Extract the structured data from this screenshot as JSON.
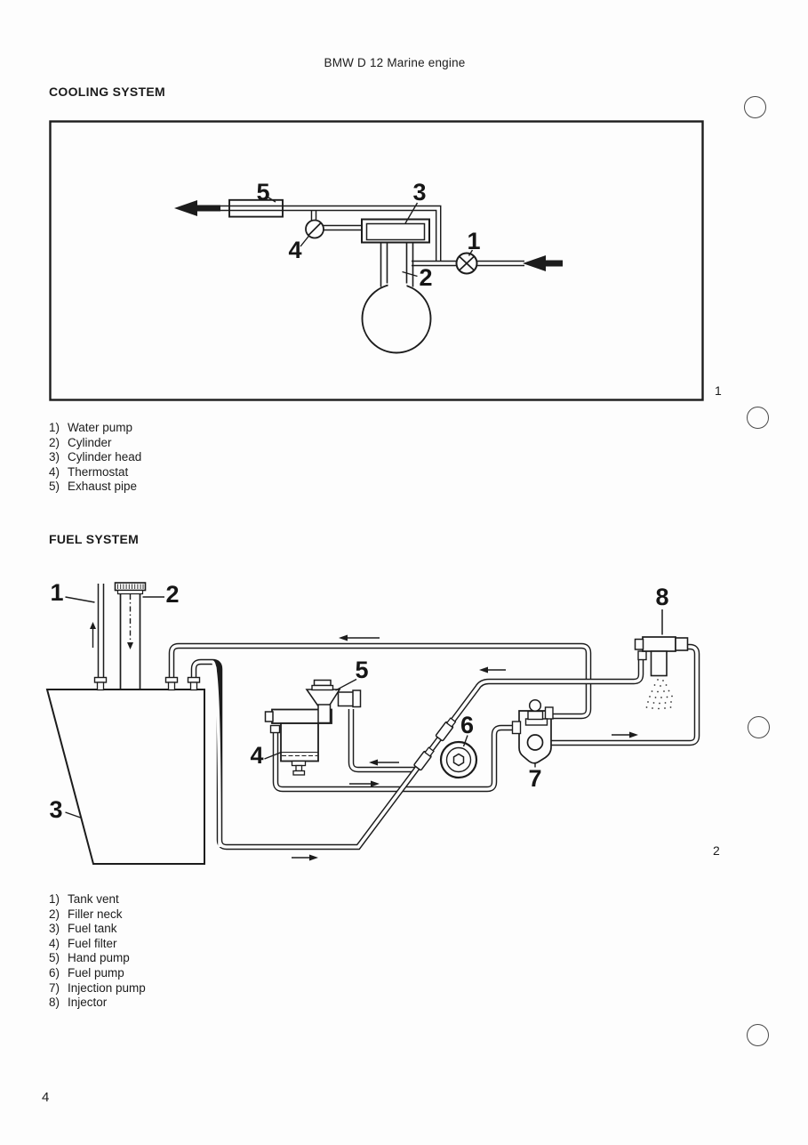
{
  "colors": {
    "paper": "#fdfdfd",
    "ink": "#1c1c1c"
  },
  "header": {
    "title": "BMW D 12 Marine engine"
  },
  "page_number": "4",
  "cooling": {
    "heading": "COOLING SYSTEM",
    "figure_number": "1",
    "callouts": [
      "1",
      "2",
      "3",
      "4",
      "5"
    ],
    "legend": [
      {
        "num": "1)",
        "label": "Water pump"
      },
      {
        "num": "2)",
        "label": "Cylinder"
      },
      {
        "num": "3)",
        "label": "Cylinder head"
      },
      {
        "num": "4)",
        "label": "Thermostat"
      },
      {
        "num": "5)",
        "label": "Exhaust pipe"
      }
    ]
  },
  "fuel": {
    "heading": "FUEL SYSTEM",
    "figure_number": "2",
    "callouts": [
      "1",
      "2",
      "3",
      "4",
      "5",
      "6",
      "7",
      "8"
    ],
    "legend": [
      {
        "num": "1)",
        "label": "Tank vent"
      },
      {
        "num": "2)",
        "label": "Filler neck"
      },
      {
        "num": "3)",
        "label": "Fuel tank"
      },
      {
        "num": "4)",
        "label": "Fuel filter"
      },
      {
        "num": "5)",
        "label": "Hand pump"
      },
      {
        "num": "6)",
        "label": "Fuel pump"
      },
      {
        "num": "7)",
        "label": "Injection pump"
      },
      {
        "num": "8)",
        "label": "Injector"
      }
    ]
  }
}
